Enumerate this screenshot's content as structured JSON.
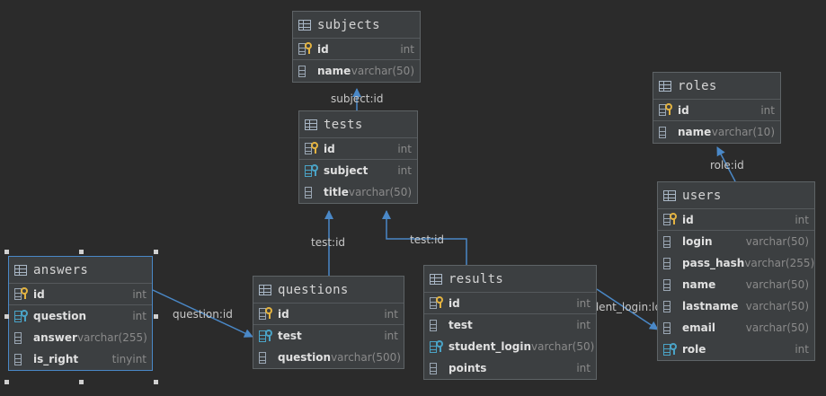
{
  "tables": {
    "subjects": {
      "name": "subjects",
      "cols": [
        {
          "name": "id",
          "type": "int",
          "kind": "pk"
        },
        {
          "name": "name",
          "type": "varchar(50)",
          "kind": "col"
        }
      ]
    },
    "tests": {
      "name": "tests",
      "cols": [
        {
          "name": "id",
          "type": "int",
          "kind": "pk"
        },
        {
          "name": "subject",
          "type": "int",
          "kind": "fk"
        },
        {
          "name": "title",
          "type": "varchar(50)",
          "kind": "col"
        }
      ]
    },
    "roles": {
      "name": "roles",
      "cols": [
        {
          "name": "id",
          "type": "int",
          "kind": "pk"
        },
        {
          "name": "name",
          "type": "varchar(10)",
          "kind": "col"
        }
      ]
    },
    "users": {
      "name": "users",
      "cols": [
        {
          "name": "id",
          "type": "int",
          "kind": "pk"
        },
        {
          "name": "login",
          "type": "varchar(50)",
          "kind": "col"
        },
        {
          "name": "pass_hash",
          "type": "varchar(255)",
          "kind": "col"
        },
        {
          "name": "name",
          "type": "varchar(50)",
          "kind": "col"
        },
        {
          "name": "lastname",
          "type": "varchar(50)",
          "kind": "col"
        },
        {
          "name": "email",
          "type": "varchar(50)",
          "kind": "col"
        },
        {
          "name": "role",
          "type": "int",
          "kind": "fk"
        }
      ]
    },
    "answers": {
      "name": "answers",
      "cols": [
        {
          "name": "id",
          "type": "int",
          "kind": "pk"
        },
        {
          "name": "question",
          "type": "int",
          "kind": "fk"
        },
        {
          "name": "answer",
          "type": "varchar(255)",
          "kind": "col"
        },
        {
          "name": "is_right",
          "type": "tinyint",
          "kind": "col"
        }
      ]
    },
    "questions": {
      "name": "questions",
      "cols": [
        {
          "name": "id",
          "type": "int",
          "kind": "pk"
        },
        {
          "name": "test",
          "type": "int",
          "kind": "fk"
        },
        {
          "name": "question",
          "type": "varchar(500)",
          "kind": "col"
        }
      ]
    },
    "results": {
      "name": "results",
      "cols": [
        {
          "name": "id",
          "type": "int",
          "kind": "pk"
        },
        {
          "name": "test",
          "type": "int",
          "kind": "col"
        },
        {
          "name": "student_login",
          "type": "varchar(50)",
          "kind": "fk"
        },
        {
          "name": "points",
          "type": "int",
          "kind": "col"
        }
      ]
    }
  },
  "relations": {
    "tests_subjects": "subject:id",
    "questions_tests": "test:id",
    "results_tests": "test:id",
    "answers_questions": "question:id",
    "results_users": "student_login:login",
    "users_roles": "role:id"
  },
  "colors": {
    "background": "#2b2b2b",
    "line": "#4a88c7",
    "table_bg": "#3c3f41"
  }
}
